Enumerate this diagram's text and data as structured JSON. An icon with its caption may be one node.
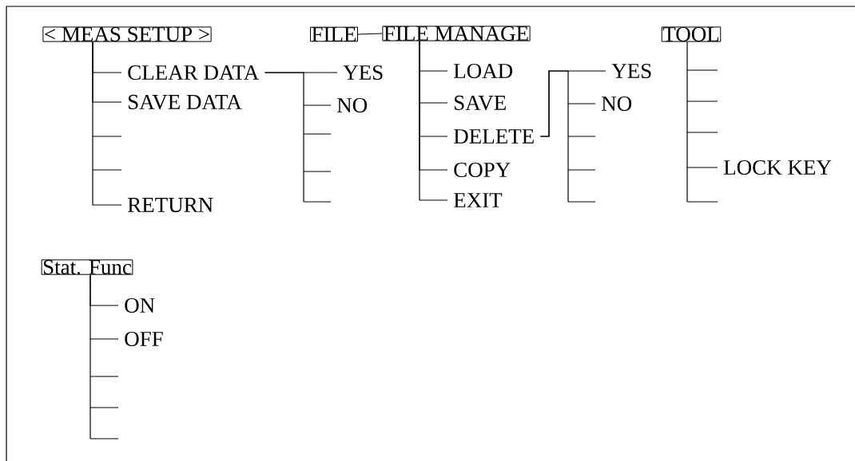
{
  "diagram": {
    "nodes": [
      {
        "text": [
          "< MEAS SETUP >"
        ]
      },
      {
        "text": [
          "CLEAR DATA"
        ]
      },
      {
        "text": [
          "SAVE DATA"
        ]
      },
      {
        "text": [
          "RETURN"
        ]
      },
      {
        "text": [
          "YES"
        ]
      },
      {
        "text": [
          "NO"
        ]
      },
      {
        "text": [
          "FILE"
        ]
      },
      {
        "text": [
          "FILE MANAGE"
        ]
      },
      {
        "text": [
          "LOAD"
        ]
      },
      {
        "text": [
          "SAVE"
        ]
      },
      {
        "text": [
          "DELETE"
        ]
      },
      {
        "text": [
          "COPY"
        ]
      },
      {
        "text": [
          "EXIT"
        ]
      },
      {
        "text": [
          "YES"
        ]
      },
      {
        "text": [
          "NO"
        ]
      },
      {
        "text": [
          "TOOL"
        ]
      },
      {
        "text": [
          "LOCK KEY"
        ]
      },
      {
        "text": [
          "Stat. Func"
        ]
      },
      {
        "text": [
          "ON"
        ]
      },
      {
        "text": [
          "OFF"
        ]
      }
    ],
    "edges": [
      {
        "from": 0,
        "to": 1,
        "arrow": "none"
      },
      {
        "from": 0,
        "to": 2,
        "arrow": "none"
      },
      {
        "from": 0,
        "to": 3,
        "arrow": "none"
      },
      {
        "from": 1,
        "to": 4,
        "arrow": "none"
      },
      {
        "from": 1,
        "to": 5,
        "arrow": "none"
      },
      {
        "from": 6,
        "to": 7,
        "arrow": "none"
      },
      {
        "from": 7,
        "to": 8,
        "arrow": "none"
      },
      {
        "from": 7,
        "to": 9,
        "arrow": "none"
      },
      {
        "from": 7,
        "to": 10,
        "arrow": "none"
      },
      {
        "from": 7,
        "to": 11,
        "arrow": "none"
      },
      {
        "from": 7,
        "to": 12,
        "arrow": "none"
      },
      {
        "from": 10,
        "to": 13,
        "arrow": "none"
      },
      {
        "from": 10,
        "to": 14,
        "arrow": "none"
      },
      {
        "from": 15,
        "to": 16,
        "arrow": "none"
      },
      {
        "from": 17,
        "to": 18,
        "arrow": "none"
      },
      {
        "from": 17,
        "to": 19,
        "arrow": "none"
      }
    ]
  }
}
